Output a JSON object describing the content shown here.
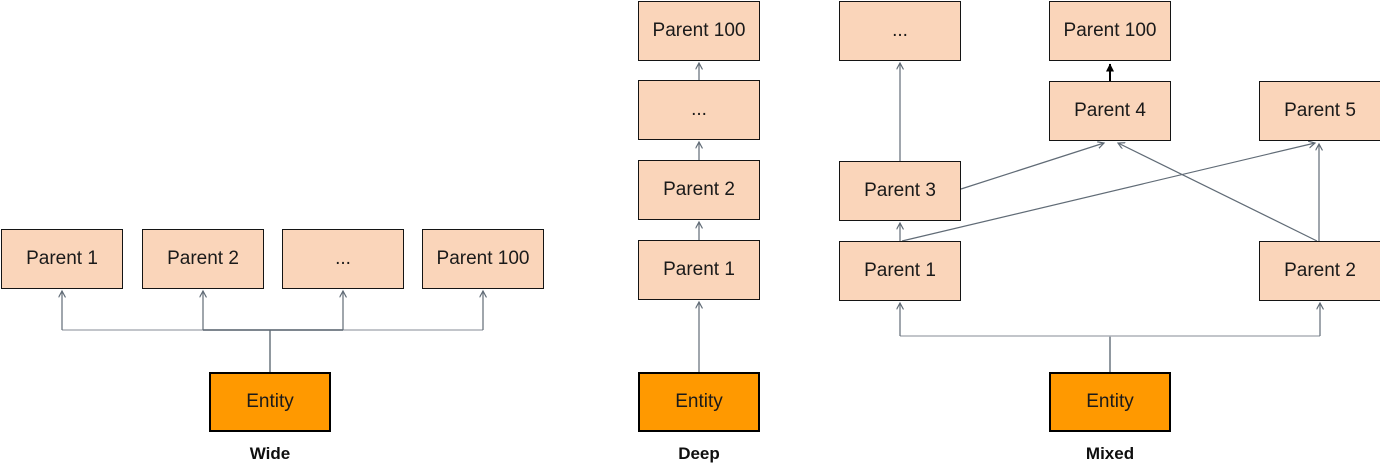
{
  "colors": {
    "background": "#ffffff",
    "entity_fill": "#ff9900",
    "entity_border": "#000000",
    "parent_fill": "#fad5ba",
    "parent_border": "#141414",
    "text": "#1a1a1a",
    "edge_gray": "#606b76",
    "edge_trunk_light": "#adb2b8",
    "edge_emphasis": "#000000"
  },
  "diagrams": {
    "wide": {
      "caption": "Wide",
      "entity_label": "Entity",
      "parents": [
        "Parent 1",
        "Parent 2",
        "...",
        "Parent 100"
      ],
      "edges": [
        "Entity→Parent 1",
        "Entity→Parent 2",
        "Entity→...",
        "Entity→Parent 100"
      ]
    },
    "deep": {
      "caption": "Deep",
      "entity_label": "Entity",
      "nodes": [
        "Parent 1",
        "Parent 2",
        "...",
        "Parent 100"
      ],
      "edges": [
        "Entity→Parent 1",
        "Parent 1→Parent 2",
        "Parent 2→...",
        "...→Parent 100"
      ]
    },
    "mixed": {
      "caption": "Mixed",
      "entity_label": "Entity",
      "nodes": [
        "Parent 1",
        "Parent 2",
        "Parent 3",
        "Parent 4",
        "Parent 5",
        "...",
        "Parent 100"
      ],
      "edges": [
        "Entity→Parent 1",
        "Entity→Parent 2",
        "Parent 1→Parent 3",
        "Parent 1→Parent 5",
        "Parent 2→Parent 4",
        "Parent 2→Parent 5",
        "Parent 3→...",
        "Parent 3→Parent 4",
        "Parent 4→Parent 100"
      ]
    }
  }
}
